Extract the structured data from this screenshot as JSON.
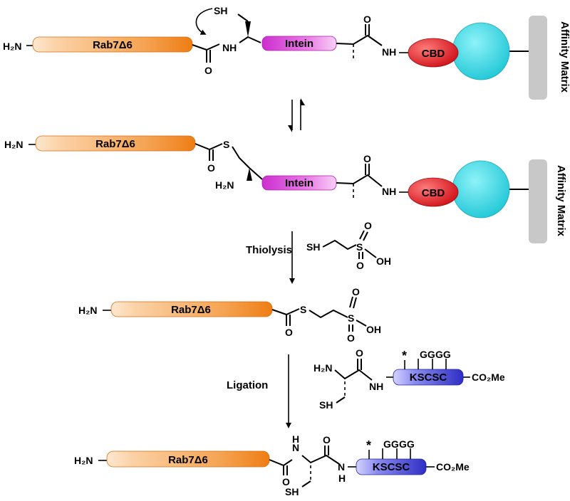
{
  "labels": {
    "h2n": "H₂N",
    "protein": "Rab7Δ6",
    "intein": "Intein",
    "cbd": "CBD",
    "matrix": "Affinity Matrix",
    "sh": "SH",
    "nh": "NH",
    "n": "N",
    "h": "H",
    "o": "O",
    "s": "S",
    "oh": "OH",
    "h2n_side": "H₂N",
    "peptide": "KSCSC",
    "gg": "GG",
    "star": "*",
    "ester": "CO₂Me"
  },
  "steps": {
    "thiolysis": "Thiolysis",
    "ligation": "Ligation"
  },
  "colors": {
    "protein_orange": "#f08a24",
    "intein_magenta": "#e34de0",
    "cbd_red": "#e3222a",
    "bead_cyan": "#36d8e3",
    "matrix_gray": "#c4c4c4",
    "peptide_blue": "#4a4ad8"
  }
}
